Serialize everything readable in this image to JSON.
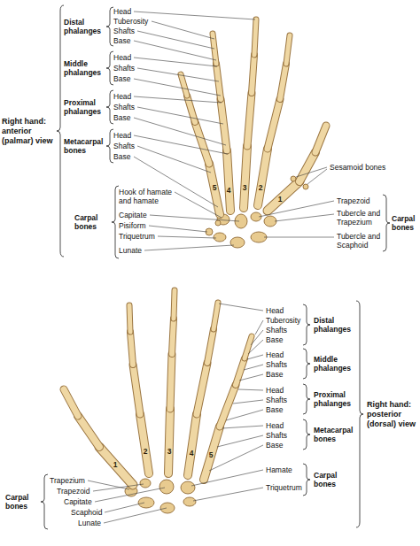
{
  "diagram": {
    "labels": [
      "Distal phalanges",
      "Head",
      "Tuberosity",
      "Shafts",
      "Base",
      "Middle phalanges",
      "Head",
      "Shafts",
      "Base",
      "Proximal phalanges",
      "Head",
      "Shafts",
      "Base",
      "Metacarpal bones",
      "Head",
      "Shafts",
      "Base",
      "Right hand: anterior (palmar) view",
      "Sesamoid bones",
      "5",
      "4",
      "3",
      "2",
      "1",
      "Hook of hamate and hamate",
      "Capitate",
      "Pisiform",
      "Triquetrum",
      "Lunate",
      "Carpal bones",
      "Trapezoid",
      "Tubercle and Trapezium",
      "Tubercle and Scaphoid",
      "Carpal bones",
      "Head",
      "Tuberosity",
      "Shafts",
      "Base",
      "Distal phalanges",
      "Head",
      "Shafts",
      "Base",
      "Middle phalanges",
      "Head",
      "Shafts",
      "Base",
      "Proximal phalanges",
      "Head",
      "Shafts",
      "Base",
      "Metacarpal bones",
      "Right hand: posterior (dorsal) view",
      "1",
      "2",
      "3",
      "4",
      "5",
      "Hamate",
      "Triquetrum",
      "Carpal bones",
      "Trapezium",
      "Trapezoid",
      "Capitate",
      "Scaphoid",
      "Lunate",
      "Carpal bones"
    ]
  }
}
